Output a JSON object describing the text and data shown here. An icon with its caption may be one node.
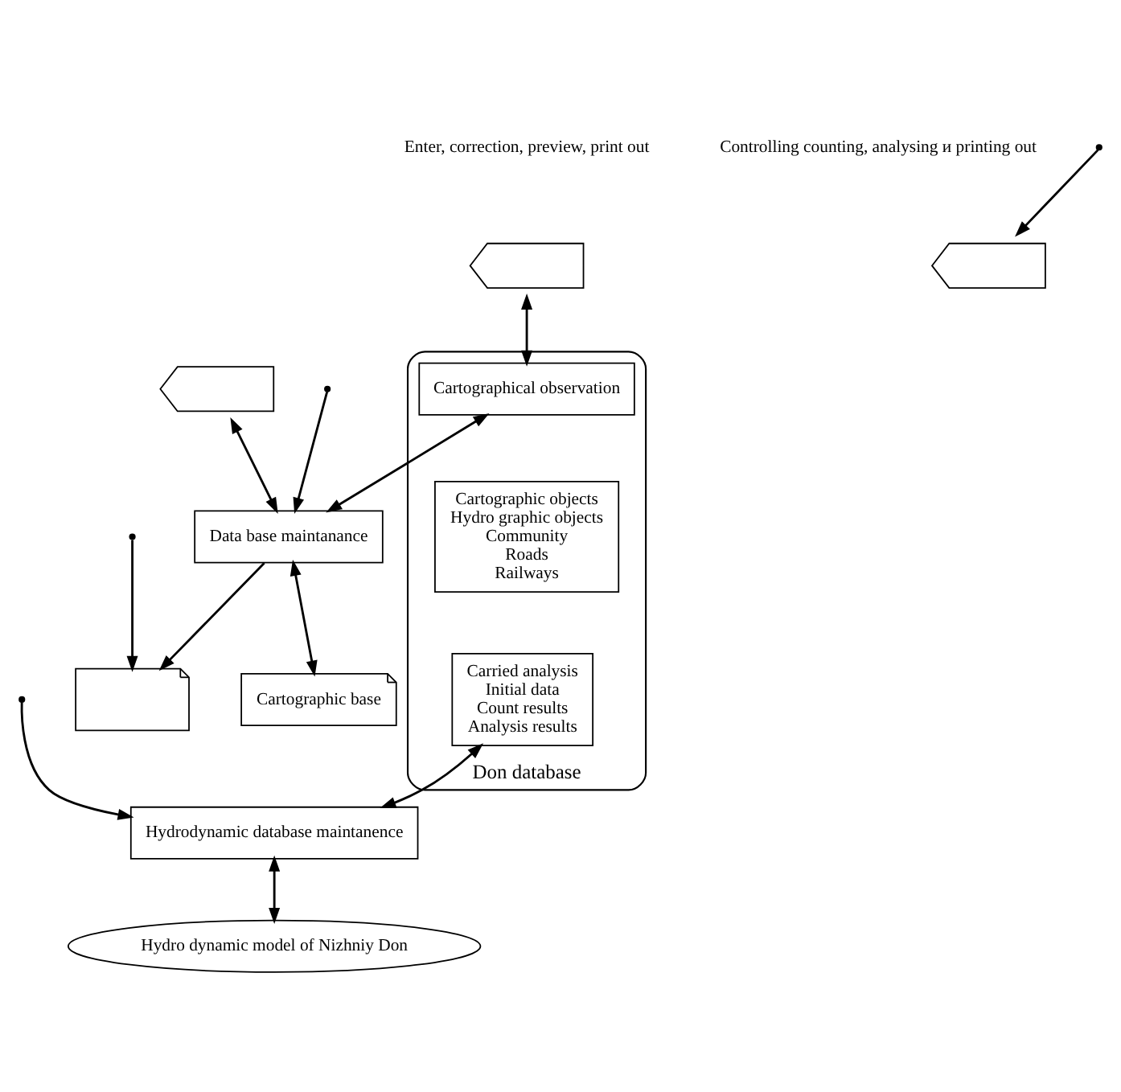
{
  "diagram": {
    "nodes": [
      {
        "text": [],
        "shape": "display"
      },
      {
        "text": [],
        "shape": "display"
      },
      {
        "text": [],
        "shape": "document"
      },
      {
        "text": [],
        "shape": "display"
      },
      {
        "text": [
          "Don database"
        ]
      },
      {
        "text": [
          "Cartographical observation"
        ],
        "in": 4
      },
      {
        "text": [
          "Cartographic objects",
          "Hydro graphic objects",
          "Community",
          "Roads",
          "Railways"
        ],
        "in": 4
      },
      {
        "text": [
          "Carried analysis",
          "Initial data",
          "Count results",
          "Analysis results"
        ],
        "in": 4
      },
      {
        "text": [
          "Data base maintanance"
        ]
      },
      {
        "text": [
          "Cartographic base"
        ]
      },
      {
        "text": [
          "Hydrodynamic database maintanence"
        ]
      },
      {
        "text": [
          "Hydro dynamic model of Nizhniy Don"
        ]
      }
    ],
    "edges": [
      {
        "from": 0,
        "to": 5,
        "arrow": "both"
      },
      {
        "from": 1,
        "to": 8,
        "arrow": "both"
      },
      {
        "from": 8,
        "to": 2,
        "arrow": "to"
      },
      {
        "from": null,
        "to": 2,
        "arrow": "to"
      },
      {
        "from": null,
        "to": 3,
        "arrow": "to"
      },
      {
        "from": null,
        "to": 8,
        "arrow": "to"
      },
      {
        "from": null,
        "to": 10,
        "arrow": "to"
      },
      {
        "from": 5,
        "to": 8,
        "arrow": "both"
      },
      {
        "from": 8,
        "to": 9,
        "arrow": "both"
      },
      {
        "from": 7,
        "to": 10,
        "arrow": "both"
      },
      {
        "from": 10,
        "to": 11,
        "arrow": "both"
      }
    ],
    "labels": [
      "Enter, correction, preview, print out",
      "Controlling counting, analysing и printing out"
    ]
  }
}
